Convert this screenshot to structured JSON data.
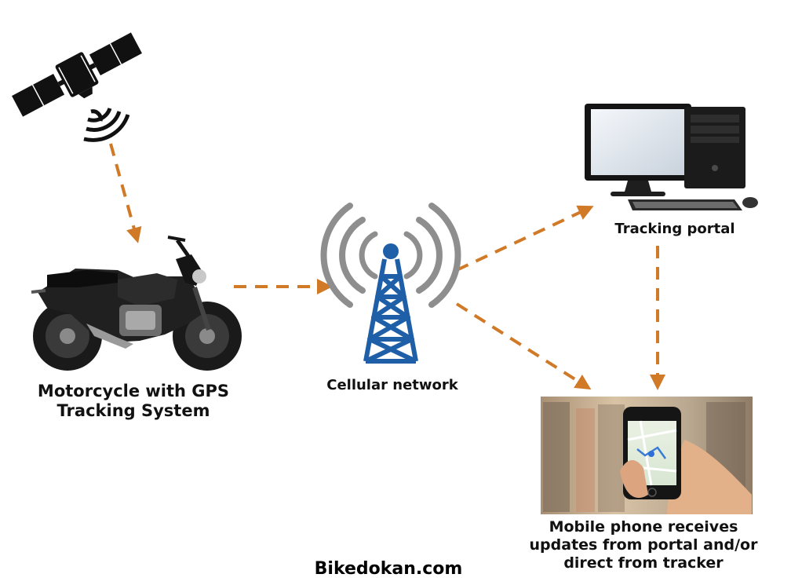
{
  "labels": {
    "motorcycle_line1": "Motorcycle with GPS",
    "motorcycle_line2": "Tracking System",
    "cellular": "Cellular network",
    "portal": "Tracking portal",
    "mobile_line1": "Mobile phone receives",
    "mobile_line2": "updates from portal and/or",
    "mobile_line3": "direct from tracker"
  },
  "watermark": "Bikedokan.com",
  "icons": [
    "satellite-icon",
    "motorcycle-icon",
    "cell-tower-icon",
    "desktop-computer-icon",
    "mobile-phone-icon"
  ],
  "colors": {
    "arrow": "#d07a28",
    "tower": "#1f5fa8",
    "text": "#111111"
  }
}
